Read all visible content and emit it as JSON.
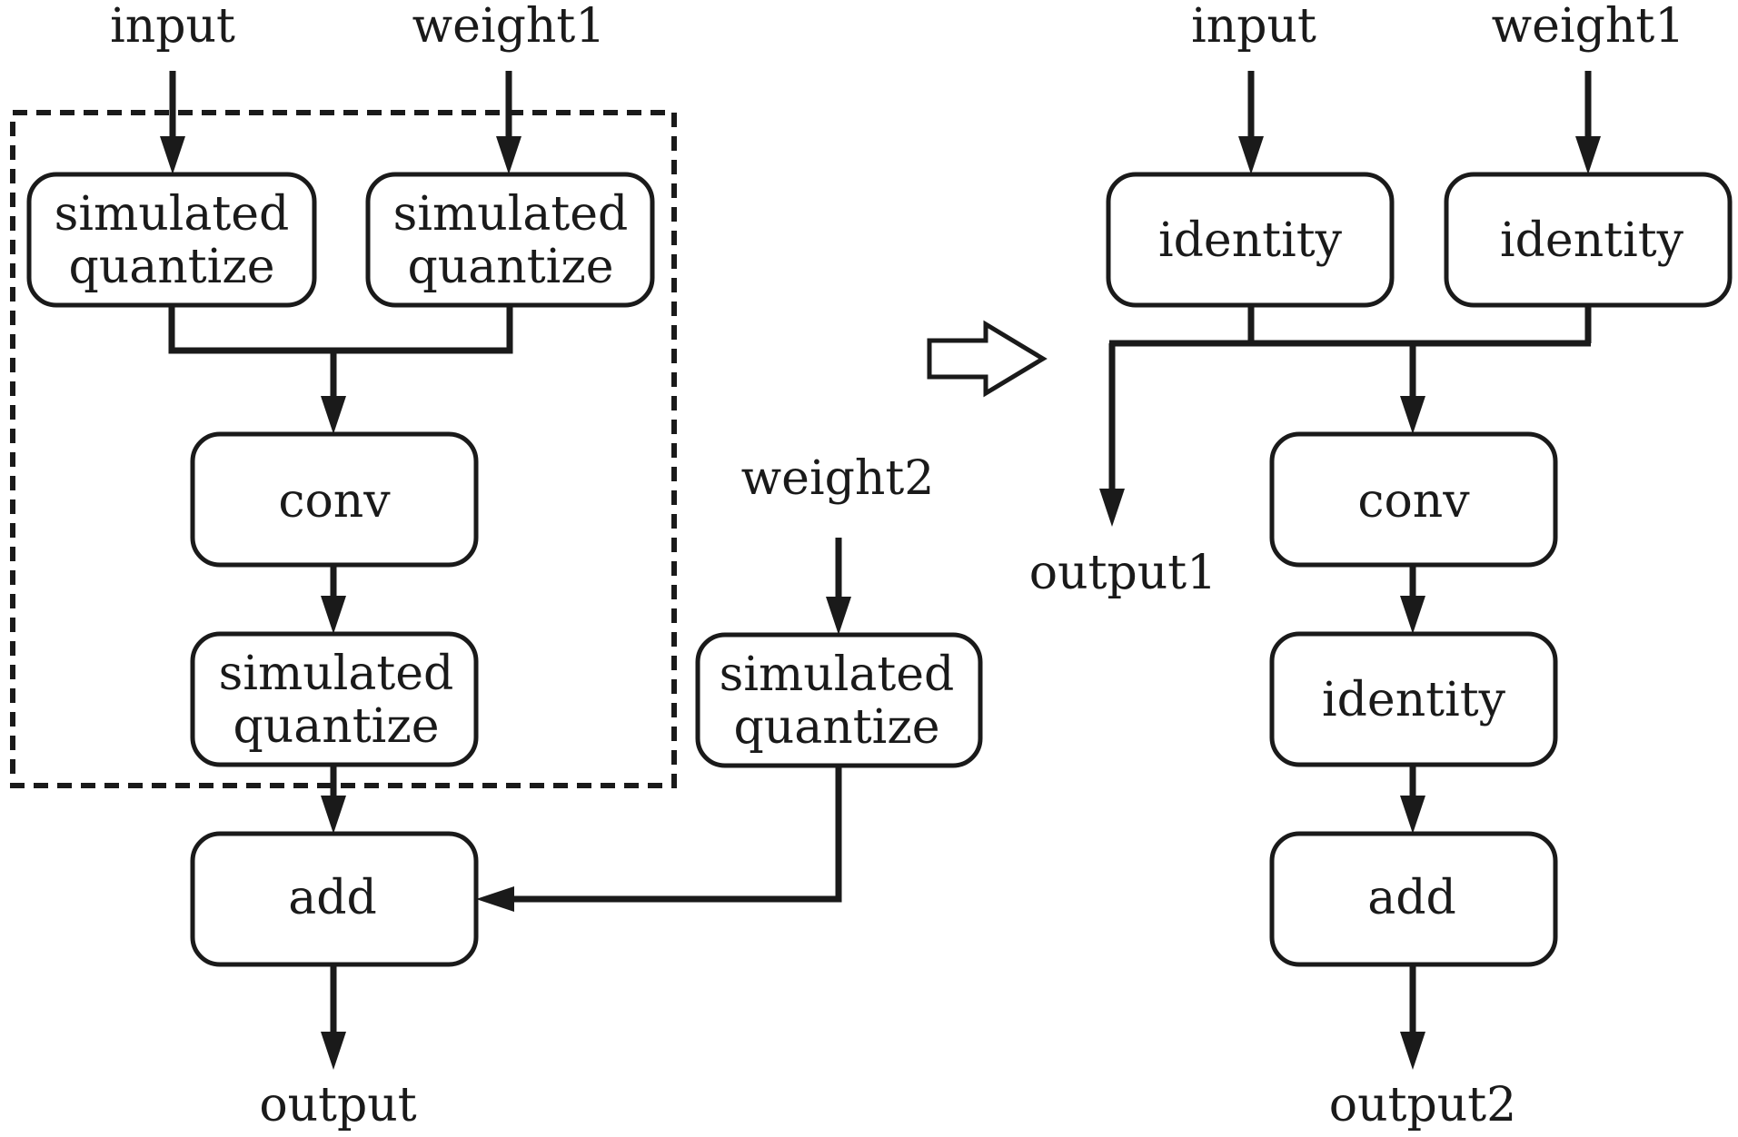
{
  "left": {
    "input": "input",
    "weight1": "weight1",
    "weight2": "weight2",
    "sq_input": [
      "simulated",
      "quantize"
    ],
    "sq_weight1": [
      "simulated",
      "quantize"
    ],
    "conv": "conv",
    "sq_conv": [
      "simulated",
      "quantize"
    ],
    "sq_weight2": [
      "simulated",
      "quantize"
    ],
    "add": "add",
    "output": "output"
  },
  "right": {
    "input": "input",
    "weight1": "weight1",
    "identity_input": "identity",
    "identity_weight1": "identity",
    "conv": "conv",
    "identity_conv": "identity",
    "add": "add",
    "output1": "output1",
    "output2": "output2"
  }
}
